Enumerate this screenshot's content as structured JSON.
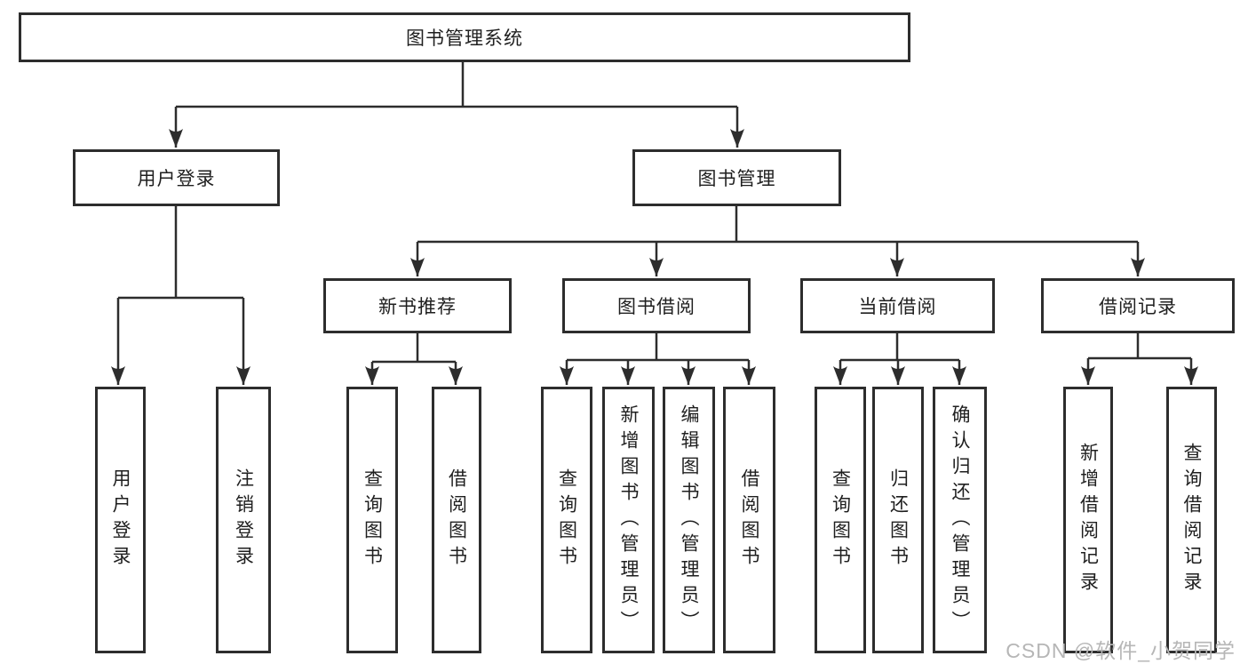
{
  "diagram_type": "hierarchy-tree",
  "colors": {
    "line": "#2d2d2d",
    "box_border": "#2d2d2d",
    "box_fill": "#ffffff",
    "text": "#1f1f1f",
    "watermark": "#b6b6b6"
  },
  "tree": {
    "label": "图书管理系统",
    "children": [
      {
        "label": "用户登录",
        "children": [
          {
            "label": "用户登录"
          },
          {
            "label": "注销登录"
          }
        ]
      },
      {
        "label": "图书管理",
        "children": [
          {
            "label": "新书推荐",
            "children": [
              {
                "label": "查询图书"
              },
              {
                "label": "借阅图书"
              }
            ]
          },
          {
            "label": "图书借阅",
            "children": [
              {
                "label": "查询图书"
              },
              {
                "label": "新增图书（管理员）"
              },
              {
                "label": "编辑图书（管理员）"
              },
              {
                "label": "借阅图书"
              }
            ]
          },
          {
            "label": "当前借阅",
            "children": [
              {
                "label": "查询图书"
              },
              {
                "label": "归还图书"
              },
              {
                "label": "确认归还（管理员）"
              }
            ]
          },
          {
            "label": "借阅记录",
            "children": [
              {
                "label": "新增借阅记录"
              },
              {
                "label": "查询借阅记录"
              }
            ]
          }
        ]
      }
    ]
  },
  "watermark": {
    "text": "CSDN @软件_小贺同学"
  }
}
